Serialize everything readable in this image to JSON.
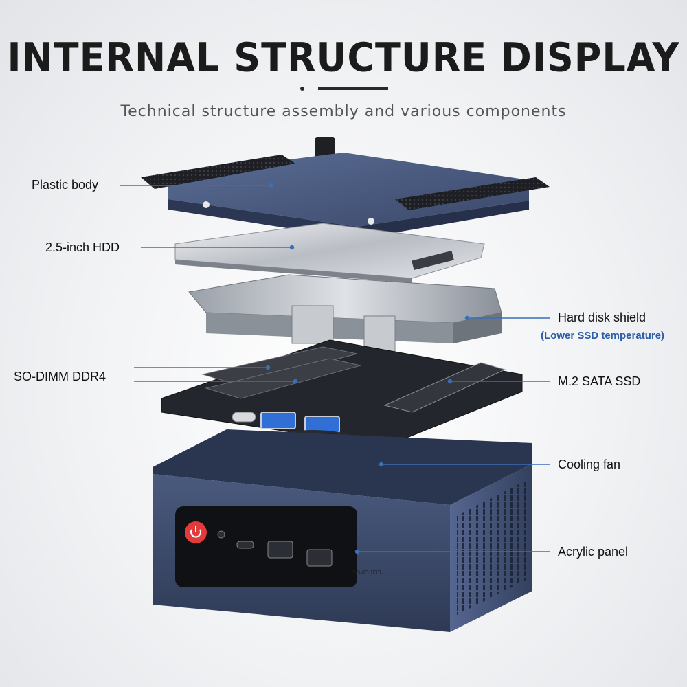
{
  "header": {
    "title": "INTERNAL STRUCTURE DISPLAY",
    "subtitle": "Technical structure assembly and various components"
  },
  "labels": {
    "plastic_body": "Plastic body",
    "hdd": "2.5-inch HDD",
    "hard_disk_shield": "Hard disk shield",
    "shield_note": "(Lower SSD temperature)",
    "ram": "SO-DIMM DDR4",
    "ssd": "M.2 SATA SSD",
    "cooling_fan": "Cooling fan",
    "acrylic_panel": "Acrylic panel"
  },
  "device_markings": {
    "clr_cmos": "CLR CMOS"
  },
  "colors": {
    "leader_line": "#3a6fb5",
    "case_blue": "#3b4a6b",
    "power_button": "#e23b3b",
    "note_text": "#2b5ea6"
  }
}
